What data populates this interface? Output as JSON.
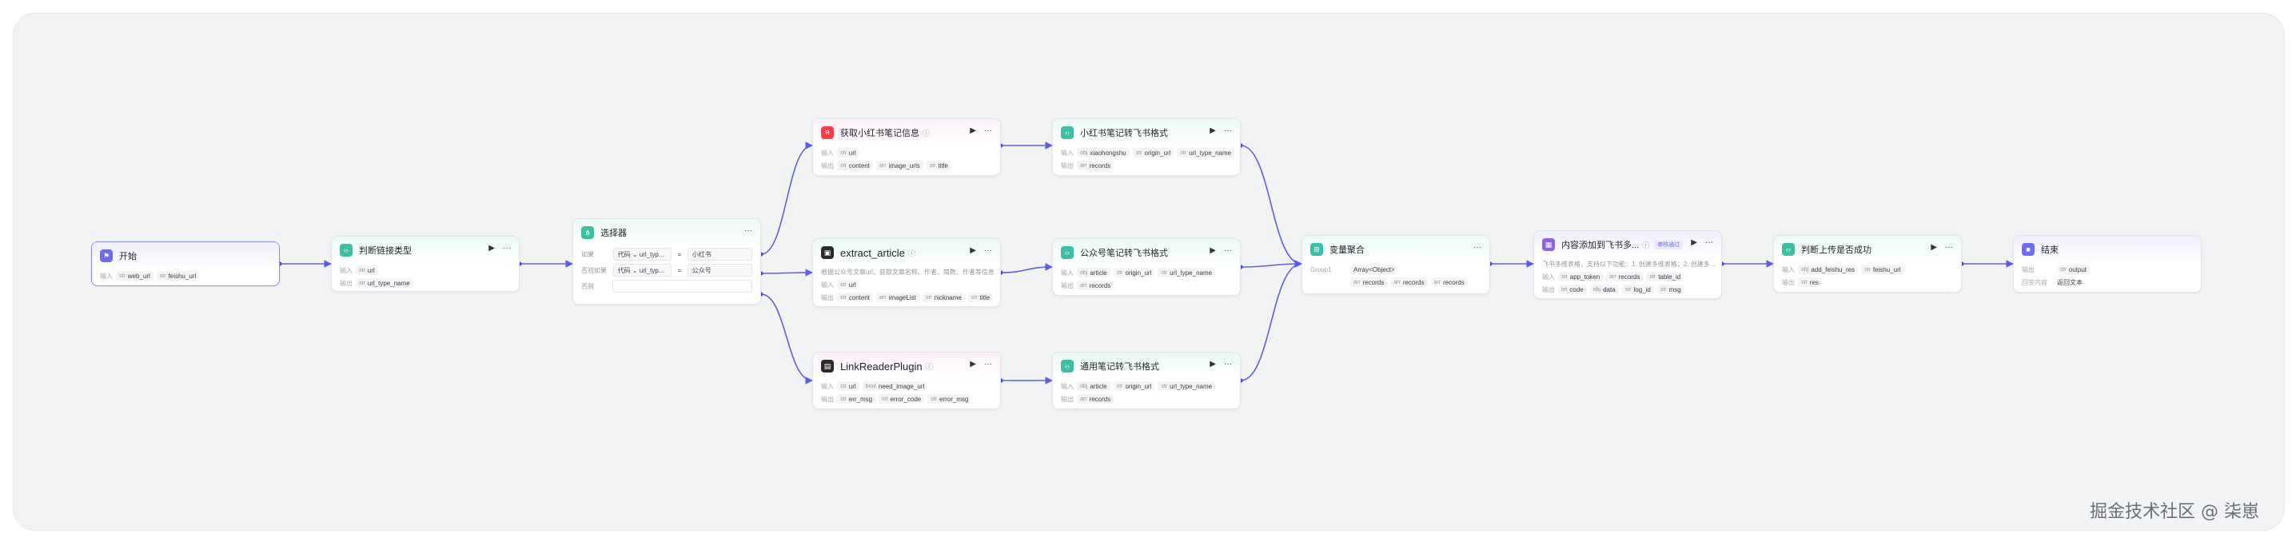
{
  "labels": {
    "input": "输入",
    "output": "输出",
    "more": "···",
    "run": "▶"
  },
  "nodes": {
    "start": {
      "title": "开始",
      "inputs": [
        "web_url",
        "feishu_url"
      ]
    },
    "judge_link": {
      "title": "判断链接类型",
      "inputs": [
        "url"
      ],
      "outputs": [
        "url_type_name"
      ]
    },
    "selector": {
      "title": "选择器",
      "cond1_label": "如果",
      "cond1_source": "代码",
      "cond1_var": "url_typ...",
      "cond1_op": "=",
      "cond1_value": "小红书",
      "cond2_label": "否则如果",
      "cond2_source": "代码",
      "cond2_var": "url_typ...",
      "cond2_op": "=",
      "cond2_value": "公众号",
      "else_label": "否则"
    },
    "xhs_info": {
      "title": "获取小红书笔记信息",
      "inputs": [
        "url"
      ],
      "outputs": [
        "content",
        "image_urls",
        "title"
      ]
    },
    "extract_article": {
      "title": "extract_article",
      "desc": "根据公众号文章url，获取文章名称、作者、简数、作者等信息",
      "inputs": [
        "url"
      ],
      "outputs": [
        "content",
        "imageList",
        "nickname",
        "title"
      ]
    },
    "link_reader": {
      "title": "LinkReaderPlugin",
      "inputs": [
        "url",
        "need_image_url"
      ],
      "outputs": [
        "err_msg",
        "error_code",
        "error_msg"
      ]
    },
    "xhs_feishu": {
      "title": "小红书笔记转飞书格式",
      "inputs": [
        "xiaohongshu",
        "origin_url",
        "url_type_name"
      ],
      "outputs": [
        "records"
      ]
    },
    "gzh_feishu": {
      "title": "公众号笔记转飞书格式",
      "inputs": [
        "article",
        "origin_url",
        "url_type_name"
      ],
      "outputs": [
        "records"
      ]
    },
    "general_feishu": {
      "title": "通用笔记转飞书格式",
      "inputs": [
        "article",
        "origin_url",
        "url_type_name"
      ],
      "outputs": [
        "records"
      ]
    },
    "var_agg": {
      "title": "变量聚合",
      "group_label": "Group1",
      "group_type": "Array<Object>",
      "items": [
        "records",
        "records",
        "records"
      ]
    },
    "add_feishu": {
      "title": "内容添加到飞书多...",
      "badge": "审核通过",
      "desc": "飞书多维表格，支持以下功能：1. 创建多维表格；2. 创建多...",
      "inputs": [
        "app_token",
        "records",
        "table_id"
      ],
      "outputs": [
        "code",
        "data",
        "log_id",
        "msg"
      ]
    },
    "judge_upload": {
      "title": "判断上传是否成功",
      "inputs": [
        "add_feishu_res",
        "feishu_url"
      ],
      "outputs": [
        "res"
      ]
    },
    "end": {
      "title": "结束",
      "output_label": "输出",
      "output_var": "output",
      "answer_label": "回答内容",
      "answer_value": "返回文本"
    }
  },
  "watermark": "掘金技术社区 @ 柒崽",
  "colors": {
    "edge": "#5b5fe6",
    "port": "#4b4de0",
    "canvas": "#f2f3f5"
  }
}
